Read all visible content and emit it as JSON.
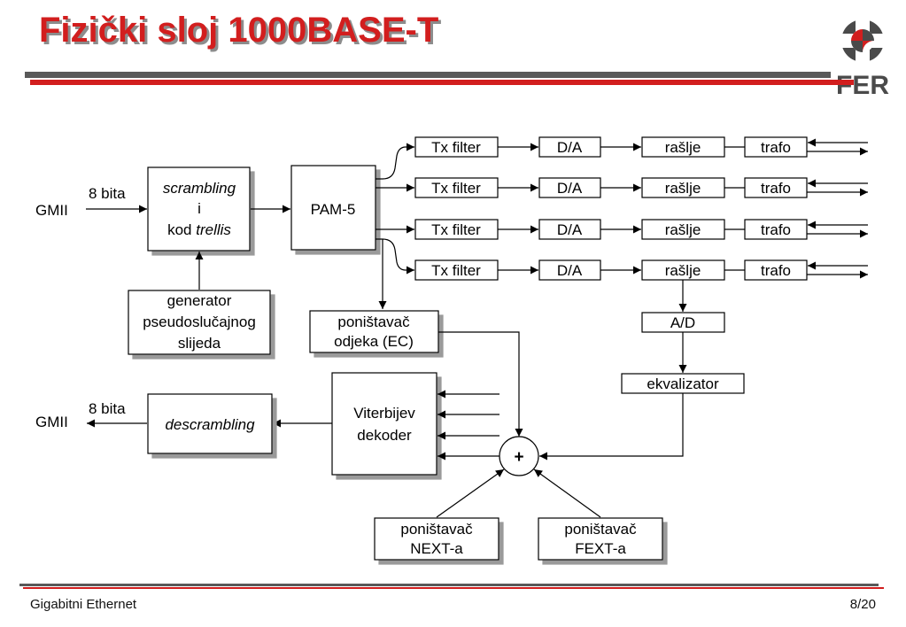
{
  "title": "Fizički sloj 1000BASE-T",
  "logo": {
    "text": "FER"
  },
  "footer": {
    "left": "Gigabitni Ethernet",
    "right": "8/20"
  },
  "diagram": {
    "gmii_in": "GMII",
    "gmii_out": "GMII",
    "bits_in": "8 bita",
    "bits_out": "8 bita",
    "scrambler": {
      "line1": "scrambling",
      "line2": "i",
      "line3_prefix": "kod ",
      "line3_italic": "trellis"
    },
    "pam5": "PAM-5",
    "generator": {
      "line1": "generator",
      "line2": "pseudoslučajnog",
      "line3": "slijeda"
    },
    "echo_canceller": {
      "line1": "poništavač",
      "line2": "odjeka (EC)"
    },
    "descrambler": "descrambling",
    "viterbi": {
      "line1": "Viterbijev",
      "line2": "dekoder"
    },
    "sum": "+",
    "next_canceller": {
      "line1": "poništavač",
      "line2": "NEXT-a"
    },
    "fext_canceller": {
      "line1": "poništavač",
      "line2": "FEXT-a"
    },
    "ad": "A/D",
    "equalizer": "ekvalizator",
    "channels": [
      {
        "tx_filter": "Tx filter",
        "da": "D/A",
        "hybrid": "rašlje",
        "transformer": "trafo"
      },
      {
        "tx_filter": "Tx filter",
        "da": "D/A",
        "hybrid": "rašlje",
        "transformer": "trafo"
      },
      {
        "tx_filter": "Tx filter",
        "da": "D/A",
        "hybrid": "rašlje",
        "transformer": "trafo"
      },
      {
        "tx_filter": "Tx filter",
        "da": "D/A",
        "hybrid": "rašlje",
        "transformer": "trafo"
      }
    ]
  }
}
